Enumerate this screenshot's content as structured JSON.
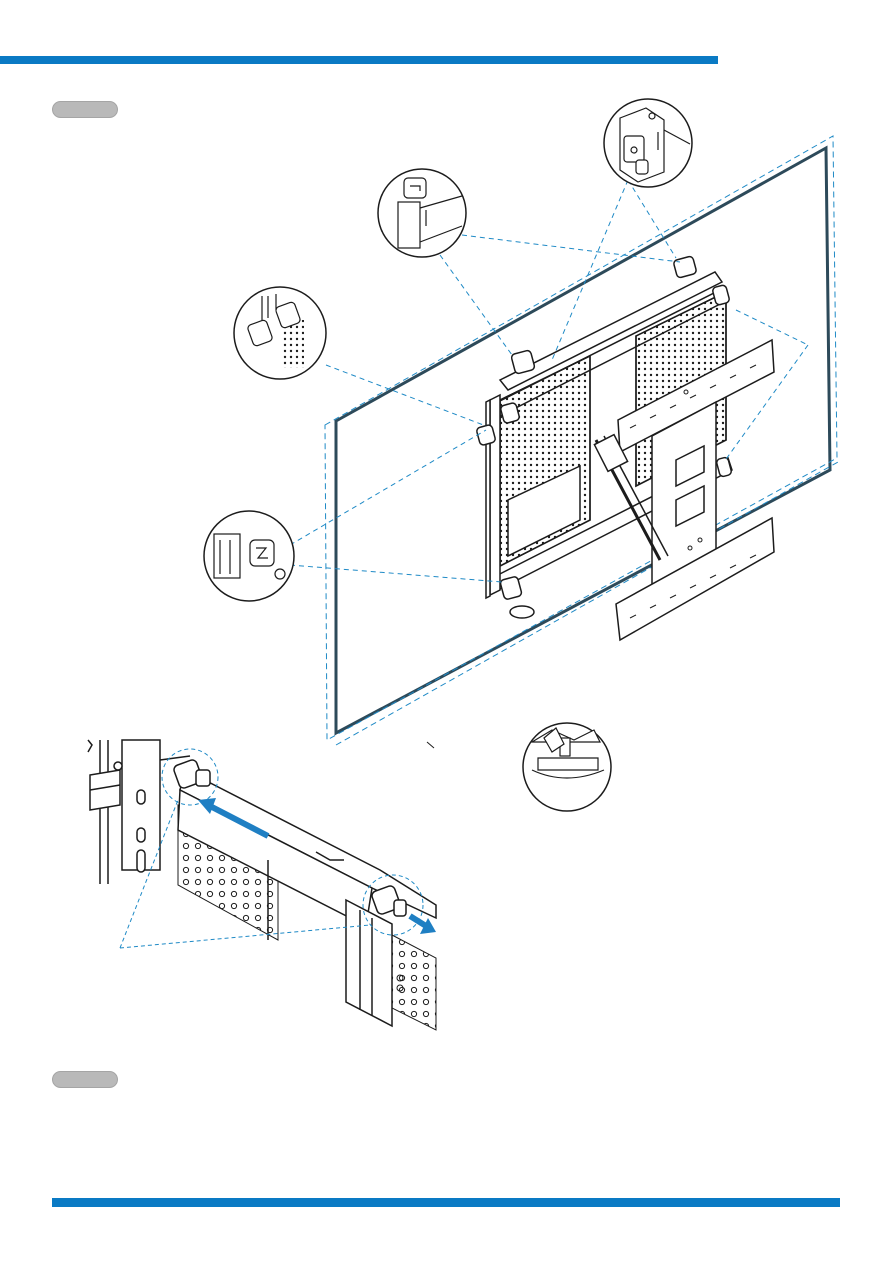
{
  "page": {
    "step_label_top": "",
    "step_label_bottom": ""
  },
  "colors": {
    "accent_bar": "#0a7ac4",
    "callout_line": "#1f8ac6",
    "arrow": "#1f7fc3",
    "line_art": "#1c1c1c",
    "label_pill": "#b9b9b9"
  },
  "illustration": {
    "main_view": "wall-mount-bracket-attached-to-display",
    "callouts": [
      "top-left-latch",
      "top-right-latch",
      "upper-left-latch",
      "lower-left-latch",
      "bottom-center-latch"
    ],
    "detail_view": "latch-slide-detail"
  }
}
